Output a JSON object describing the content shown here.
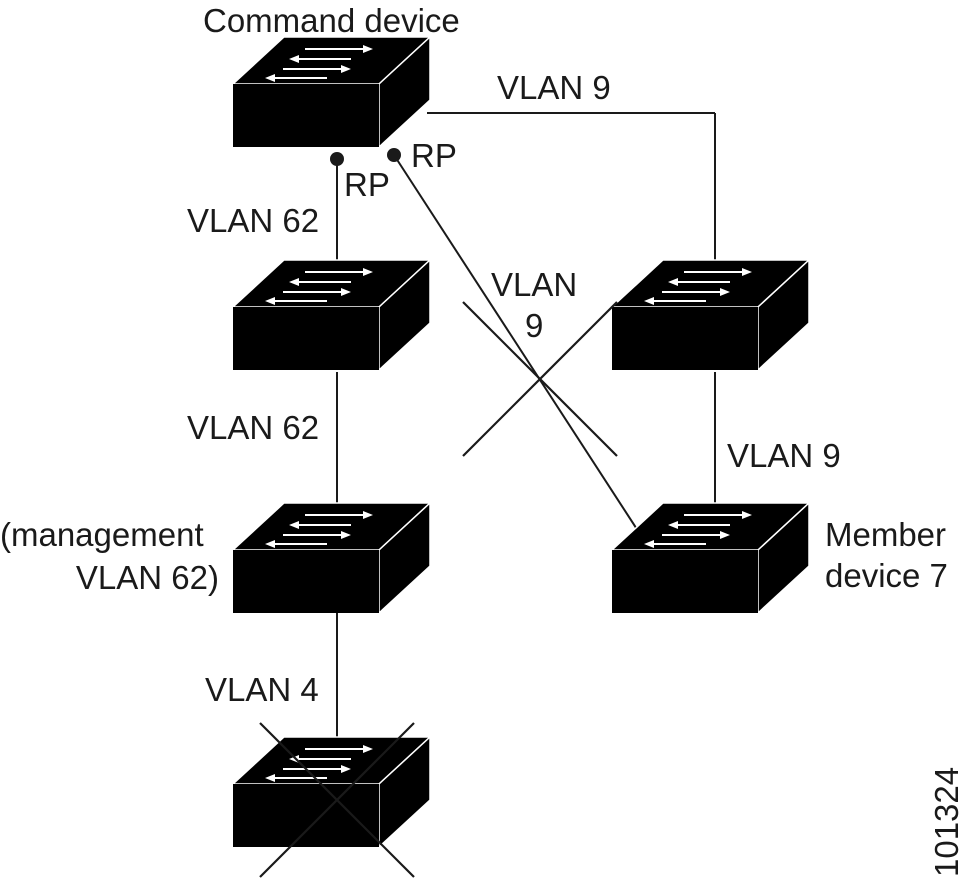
{
  "labels": {
    "command_device": "Command device",
    "vlan9_top": "VLAN 9",
    "rp_left": "RP",
    "rp_right": "RP",
    "vlan62_upper": "VLAN 62",
    "vlan9_center_line1": "VLAN",
    "vlan9_center_line2": "9",
    "vlan62_lower": "VLAN 62",
    "vlan9_right": "VLAN 9",
    "management_line1": "(management",
    "management_line2": "VLAN 62)",
    "member_line1": "Member",
    "member_line2": "device 7",
    "vlan4": "VLAN 4",
    "figure_id": "101324"
  },
  "colors": {
    "device": "#000000",
    "line": "#1a1a1a",
    "background": "#ffffff"
  },
  "icons": [
    "switch-icon"
  ]
}
